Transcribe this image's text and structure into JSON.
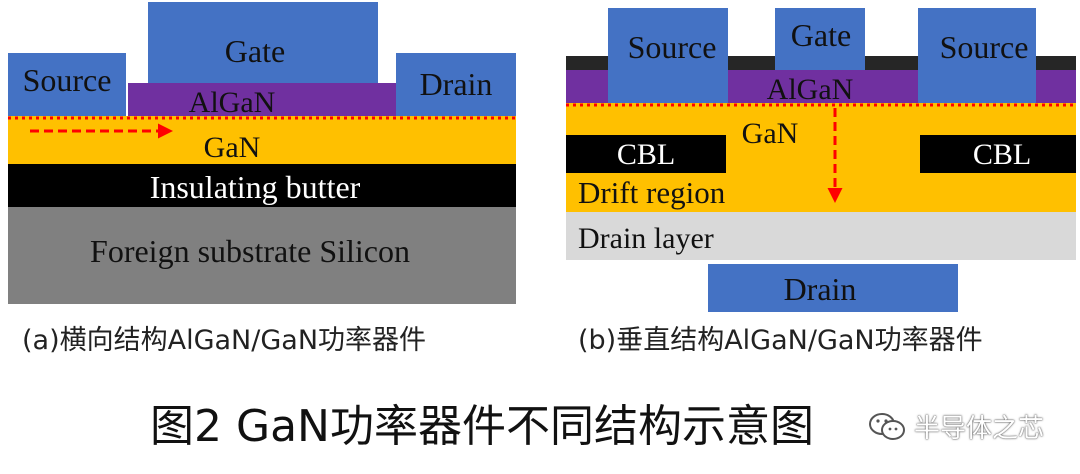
{
  "lateral": {
    "gate": "Gate",
    "source": "Source",
    "drain": "Drain",
    "algan": "AlGaN",
    "gan": "GaN",
    "buffer": "Insulating butter",
    "substrate": "Foreign substrate Silicon"
  },
  "vertical": {
    "gate": "Gate",
    "source_left": "Source",
    "source_right": "Source",
    "algan": "AlGaN",
    "gan": "GaN",
    "cbl_left": "CBL",
    "cbl_right": "CBL",
    "drift": "Drift region",
    "drain_layer": "Drain layer",
    "drain": "Drain"
  },
  "captions": {
    "a": "(a)横向结构AlGaN/GaN功率器件",
    "b": "(b)垂直结构AlGaN/GaN功率器件"
  },
  "figure_title": "图2 GaN功率器件不同结构示意图",
  "watermark": {
    "text": "半导体之芯",
    "icon": "wechat-icon"
  },
  "colors": {
    "contact_blue": "#4472c4",
    "algan_purple": "#7030a0",
    "gan_orange": "#ffc000",
    "buffer_black": "#000000",
    "substrate_gray": "#808080",
    "drain_layer_gray": "#d9d9d9",
    "arrow_red": "#ff0000"
  }
}
